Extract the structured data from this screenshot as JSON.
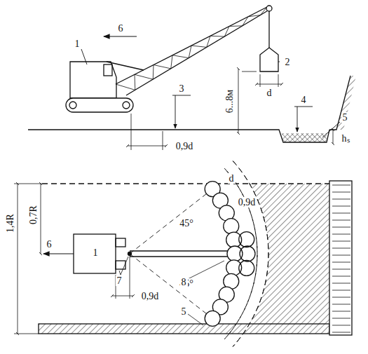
{
  "diagram": {
    "labels": [
      "1",
      "6",
      "2",
      "d",
      "6...8м",
      "3",
      "4",
      "5",
      "0,9d",
      "hₛ",
      "1,4R",
      "0,7R",
      "6",
      "1",
      "7",
      "0,9d",
      "45°",
      "45°",
      "d",
      "0,9d",
      "8",
      "5"
    ]
  }
}
